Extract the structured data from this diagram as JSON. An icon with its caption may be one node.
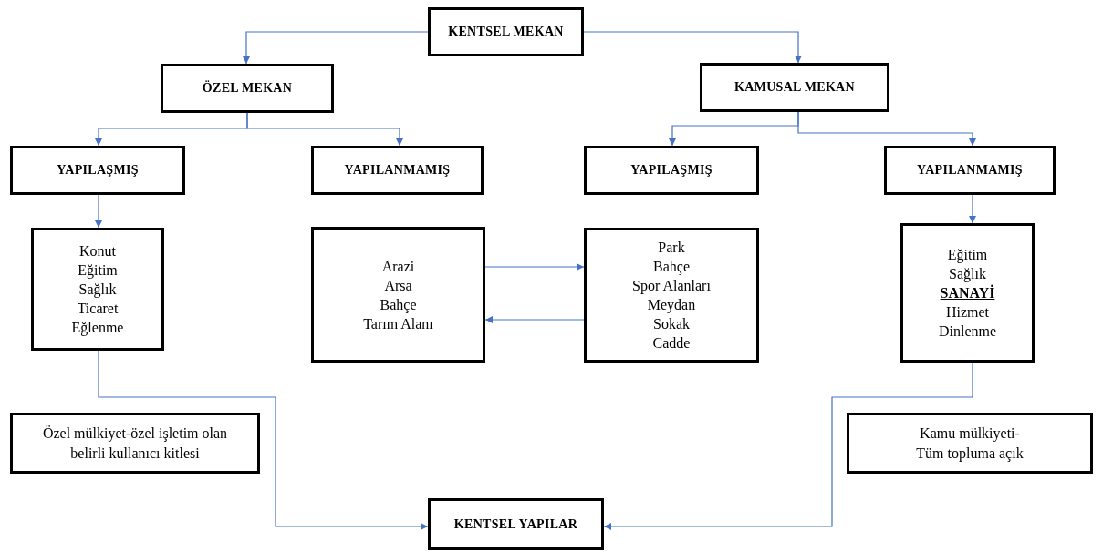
{
  "diagram": {
    "nodes": [
      {
        "text": [
          "KENTSEL MEKAN"
        ]
      },
      {
        "text": [
          "ÖZEL MEKAN"
        ]
      },
      {
        "text": [
          "KAMUSAL MEKAN"
        ]
      },
      {
        "text": [
          "YAPILAŞMIŞ"
        ]
      },
      {
        "text": [
          "YAPILANMAMIŞ"
        ]
      },
      {
        "text": [
          "YAPILAŞMIŞ"
        ]
      },
      {
        "text": [
          "YAPILANMAMIŞ"
        ]
      },
      {
        "text": [
          "Konut",
          "Eğitim",
          "Sağlık",
          "Ticaret",
          "Eğlenme"
        ]
      },
      {
        "text": [
          "Arazi",
          "Arsa",
          "Bahçe",
          "Tarım Alanı"
        ]
      },
      {
        "text": [
          "Park",
          "Bahçe",
          "Spor Alanları",
          "Meydan",
          "Sokak",
          "Cadde"
        ]
      },
      {
        "text": [
          "Eğitim",
          "Sağlık",
          "**SANAYİ**",
          "Hizmet",
          "Dinlenme"
        ]
      },
      {
        "text": [
          "Özel mülkiyet-özel işletim olan belirli kullanıcı kitlesi"
        ]
      },
      {
        "text": [
          "Kamu mülkiyeti- Tüm topluma açık"
        ]
      },
      {
        "text": [
          "KENTSEL YAPILAR"
        ]
      }
    ],
    "edges": [
      {
        "from": 0,
        "to": 1,
        "arrow": "to"
      },
      {
        "from": 0,
        "to": 2,
        "arrow": "to"
      },
      {
        "from": 1,
        "to": 3,
        "arrow": "to"
      },
      {
        "from": 1,
        "to": 4,
        "arrow": "to"
      },
      {
        "from": 2,
        "to": 5,
        "arrow": "to"
      },
      {
        "from": 2,
        "to": 6,
        "arrow": "to"
      },
      {
        "from": 3,
        "to": 7,
        "arrow": "to"
      },
      {
        "from": 6,
        "to": 10,
        "arrow": "to"
      },
      {
        "from": 8,
        "to": 9,
        "arrow": "to"
      },
      {
        "from": 9,
        "to": 8,
        "arrow": "to"
      },
      {
        "from": 7,
        "to": 13,
        "arrow": "to"
      },
      {
        "from": 10,
        "to": 13,
        "arrow": "to"
      }
    ]
  }
}
